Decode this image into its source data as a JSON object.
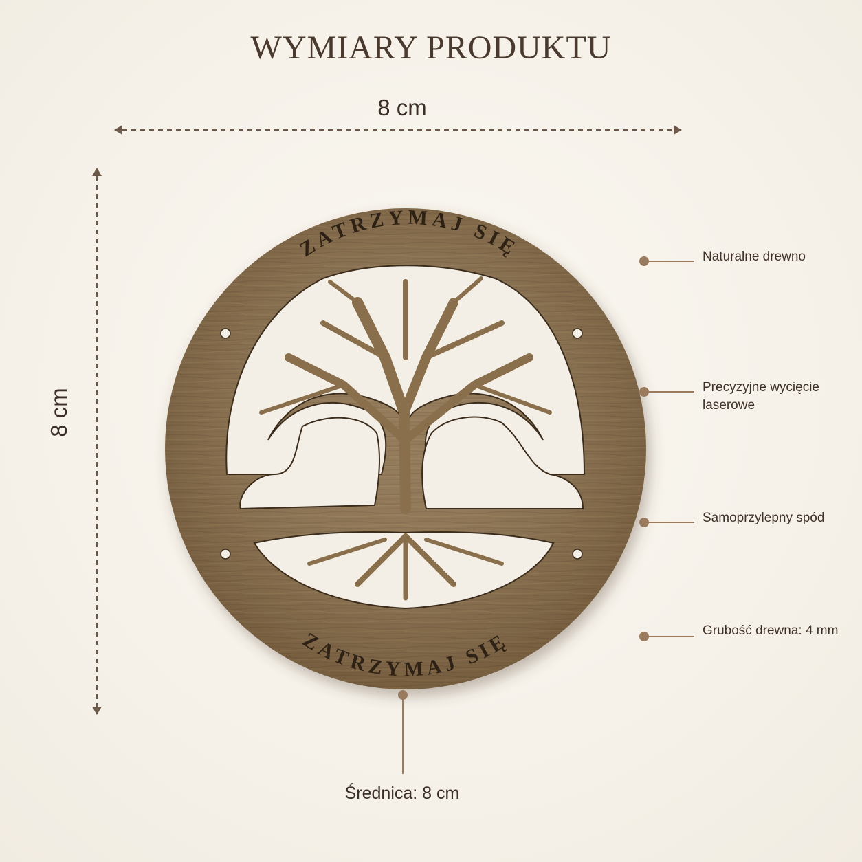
{
  "title": "WYMIARY PRODUKTU",
  "dimensions": {
    "width_label": "8 cm",
    "height_label": "8 cm"
  },
  "product": {
    "inscription_top": "ZATRZYMAJ SIĘ",
    "inscription_bottom": "ZATRZYMAJ SIĘ"
  },
  "callouts": [
    "Naturalne drewno",
    "Precyzyjne wycięcie laserowe",
    "Samoprzylepny spód",
    "Grubość drewna: 4 mm"
  ],
  "diameter_label": "Średnica: 8 cm",
  "colors": {
    "wood": "#8a6f4c",
    "accent": "#9b7b5e",
    "text": "#4a3a2e"
  }
}
